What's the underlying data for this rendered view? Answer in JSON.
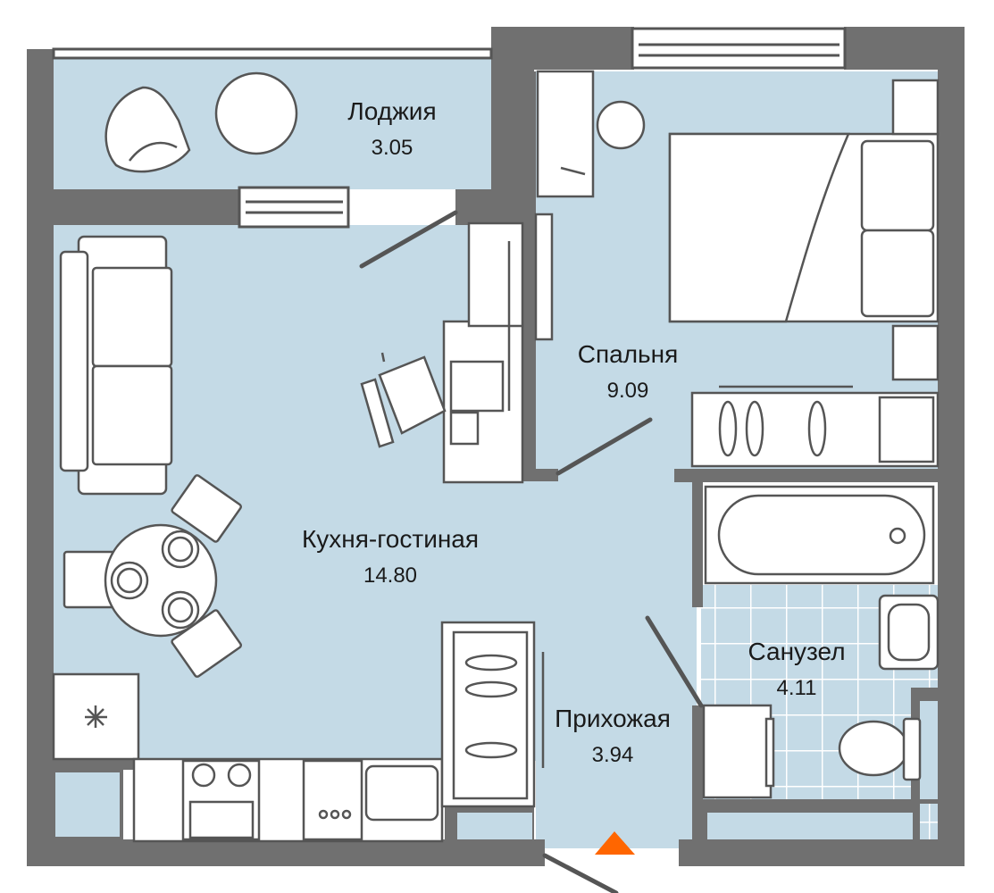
{
  "rooms": {
    "loggia": {
      "name": "Лоджия",
      "area": "3.05"
    },
    "bedroom": {
      "name": "Спальня",
      "area": "9.09"
    },
    "living": {
      "name": "Кухня-гостиная",
      "area": "14.80"
    },
    "bathroom": {
      "name": "Санузел",
      "area": "4.11"
    },
    "hallway": {
      "name": "Прихожая",
      "area": "3.94"
    }
  },
  "colors": {
    "floor": "#c4dae6",
    "wall": "#707070",
    "line": "#555555",
    "tile_grid": "#ffffff",
    "entrance": "#ff6600"
  },
  "icons": {
    "entrance": "entrance-triangle-icon"
  }
}
